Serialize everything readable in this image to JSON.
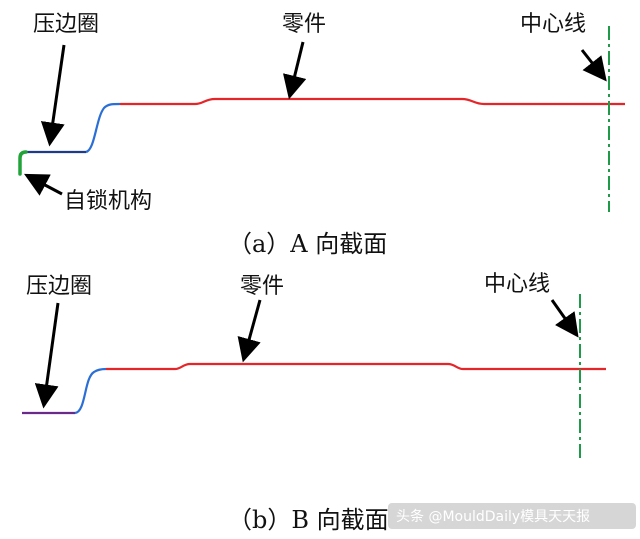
{
  "panel_a": {
    "labels": {
      "blank_holder": "压边圈",
      "part": "零件",
      "center_line": "中心线",
      "self_lock": "自锁机构"
    },
    "caption": "（a）A 向截面"
  },
  "panel_b": {
    "labels": {
      "blank_holder": "压边圈",
      "part": "零件",
      "center_line": "中心线"
    },
    "caption": "（b）B 向截面"
  },
  "watermark": "头条 @MouldDaily模具天天报",
  "colors": {
    "part": "#e4262a",
    "blank_holder_a": "#1f3a8a",
    "blank_holder_b": "#6a2a8a",
    "fillet": "#2b6fd6",
    "self_lock": "#22a33a",
    "center_line": "#1f9a48",
    "arrow": "#000000"
  }
}
